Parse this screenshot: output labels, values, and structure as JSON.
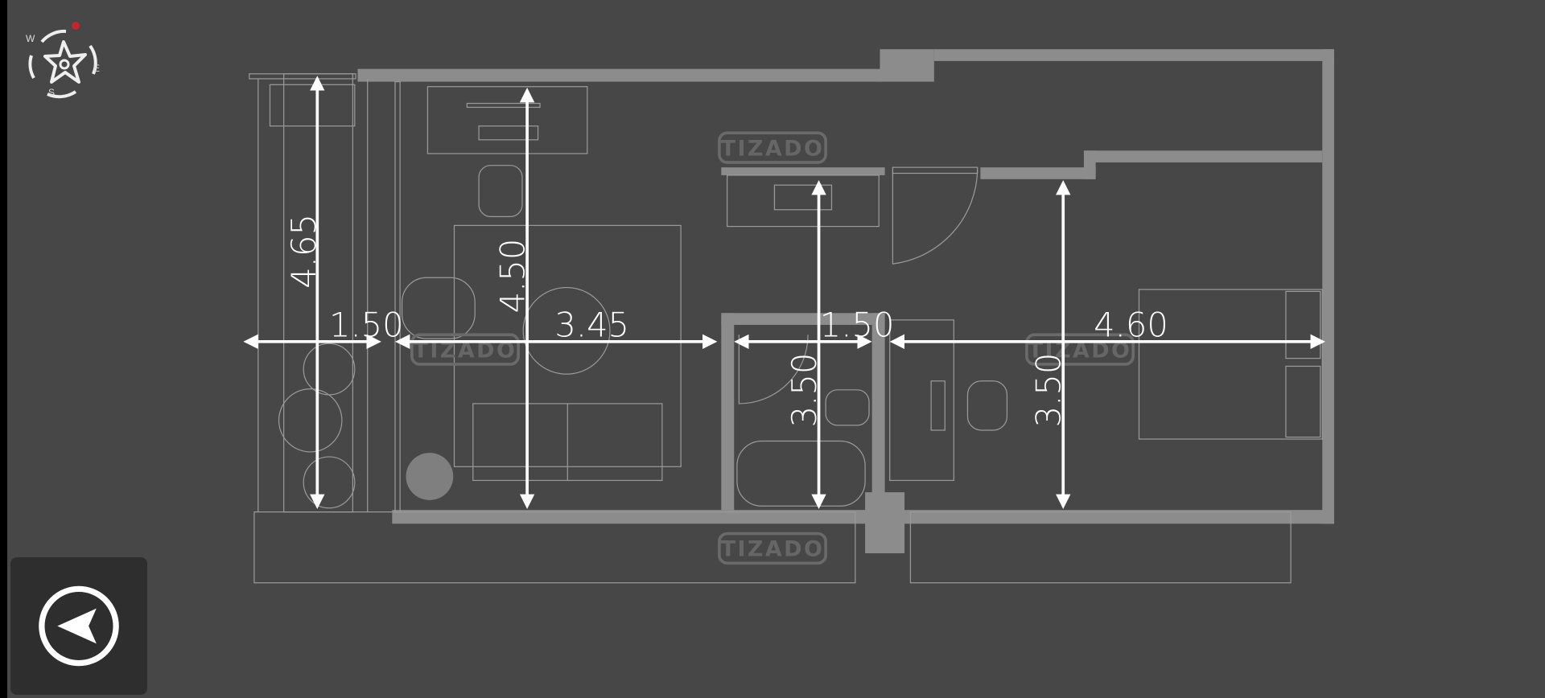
{
  "compass": {
    "north_marker_color": "#c0282d",
    "labels": {
      "west": "W",
      "east": "E",
      "south": "S"
    }
  },
  "watermark": "TIZADO",
  "dimensions": {
    "balcony_height": "4.65",
    "balcony_width": "1.50",
    "living_height": "4.50",
    "living_width": "3.45",
    "bath_width": "1.50",
    "bath_height": "3.50",
    "bedroom_height": "3.50",
    "bedroom_width": "4.60"
  },
  "back_button": {
    "icon": "back-arrow-icon"
  }
}
